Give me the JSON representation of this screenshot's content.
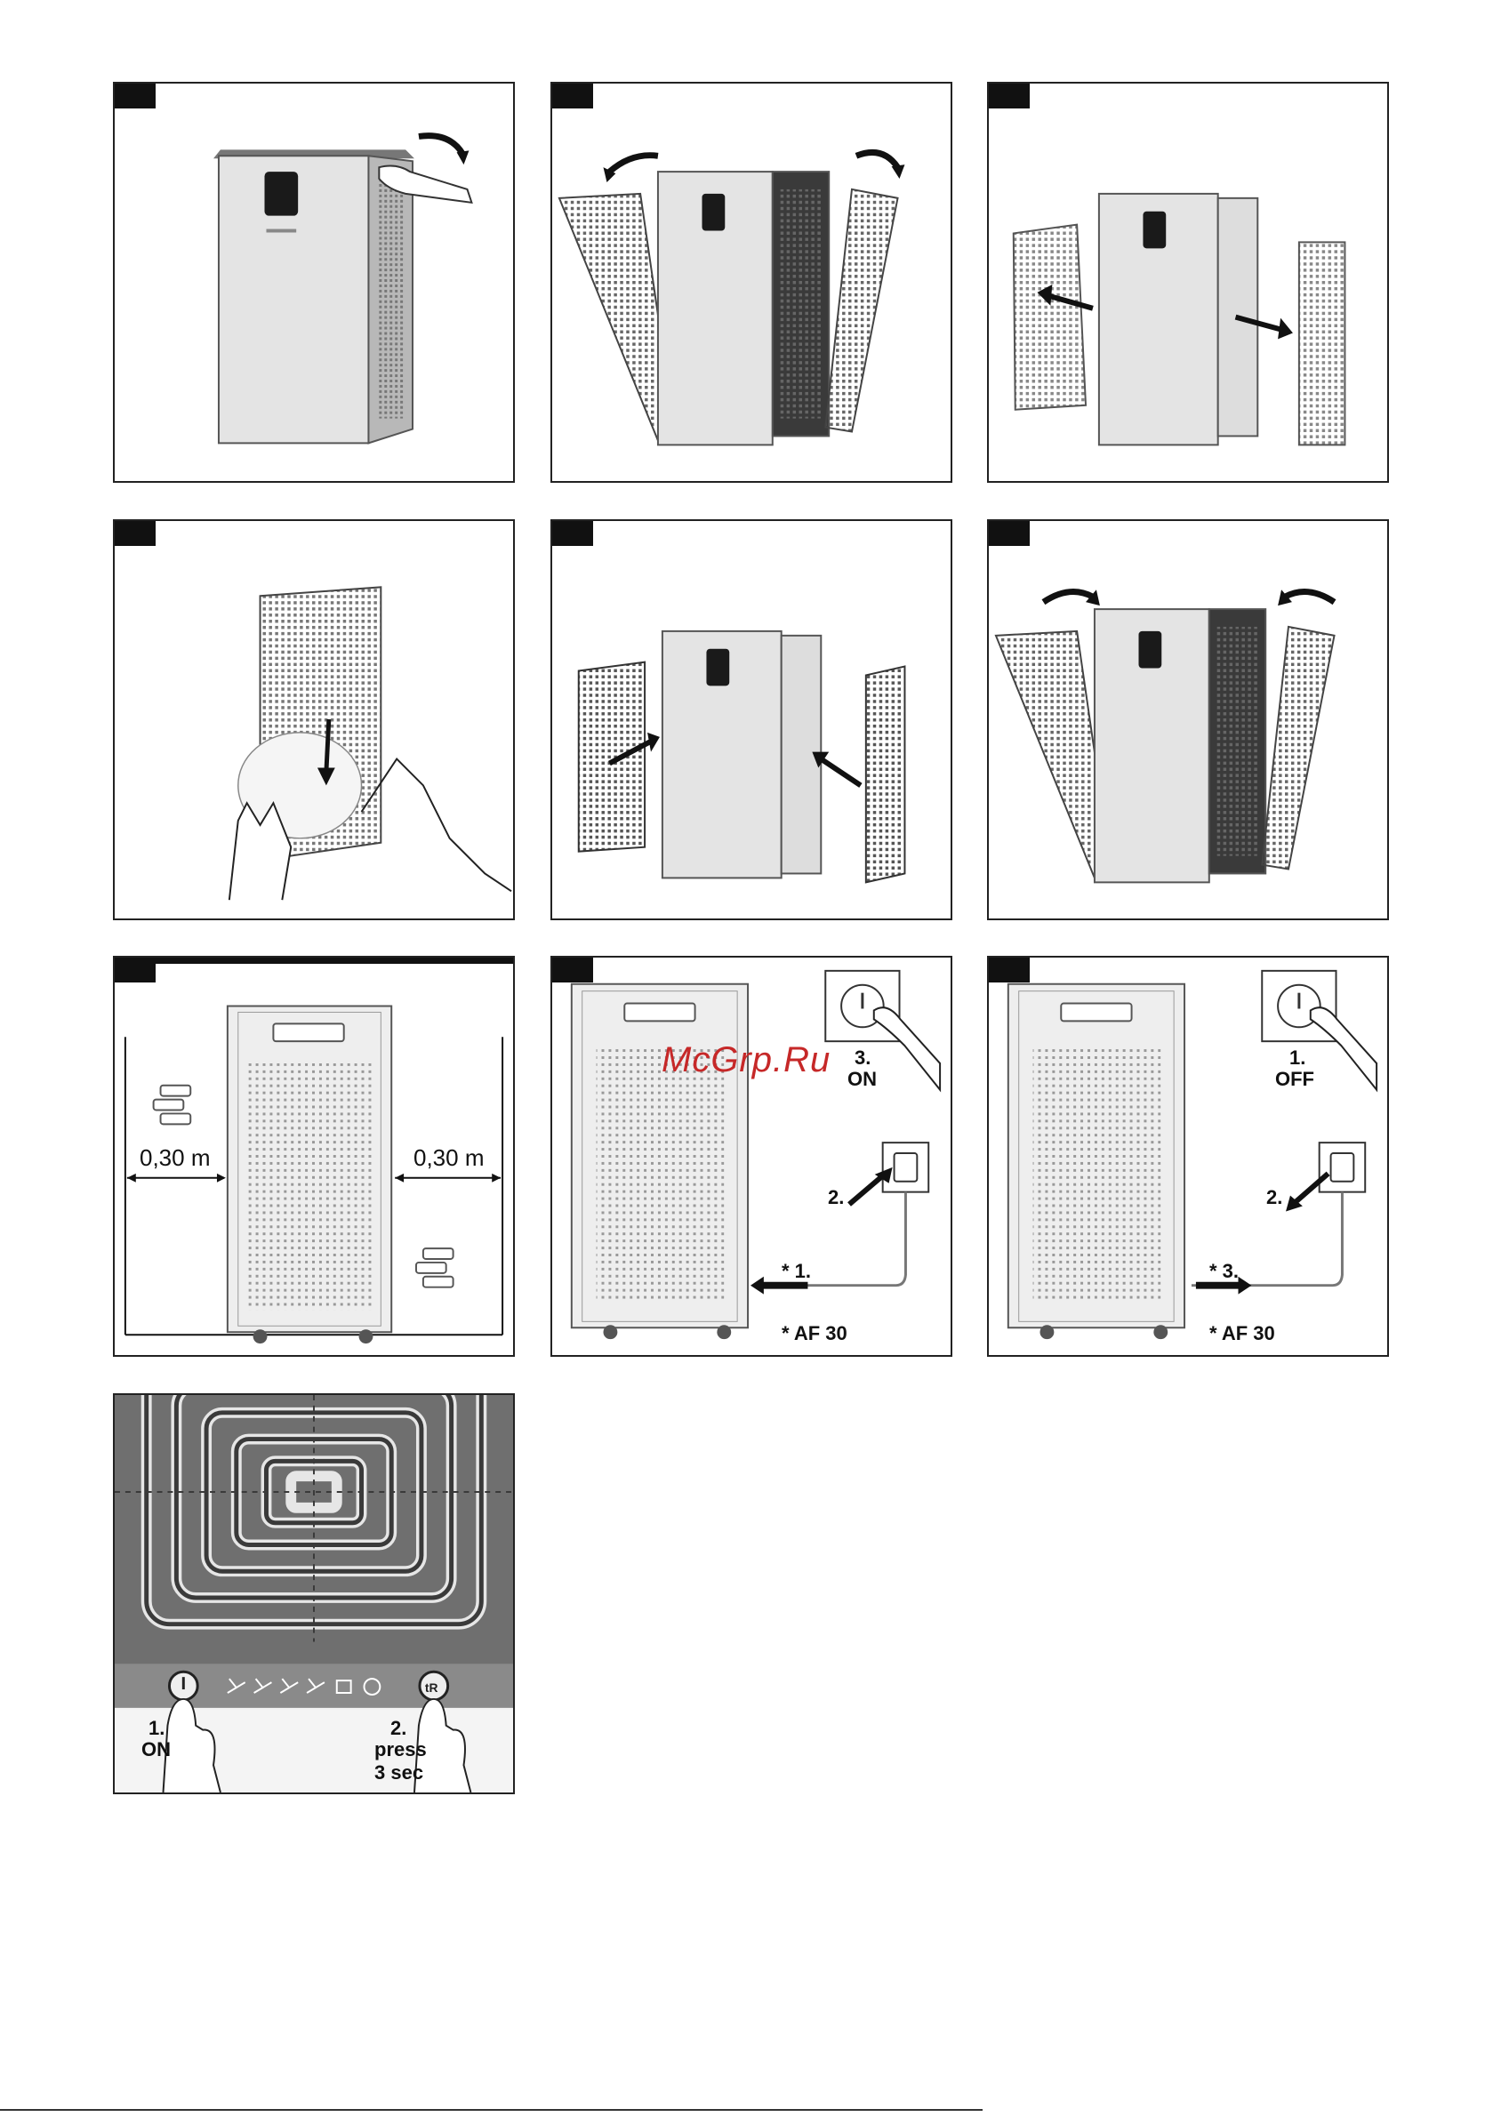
{
  "panel7": {
    "clearance_left": "0,30 m",
    "clearance_right": "0,30 m"
  },
  "panel8": {
    "step3": "3.",
    "step3_word": "ON",
    "step2": "2.",
    "step1": "* 1.",
    "model": "* AF 30"
  },
  "panel9": {
    "step1": "1.",
    "step1_word": "OFF",
    "step2": "2.",
    "step3": "* 3.",
    "model": "* AF 30"
  },
  "panel10": {
    "step1": "1.",
    "step1_word": "ON",
    "step2": "2.",
    "step2_word": "press",
    "step2_time": "3 sec"
  },
  "watermark": "McGrp.Ru",
  "colors": {
    "frame": "#222222",
    "body": "#d9d9d9",
    "mesh": "#8a8a8a",
    "dark": "#2b2b2b",
    "watermark": "#c62828"
  }
}
